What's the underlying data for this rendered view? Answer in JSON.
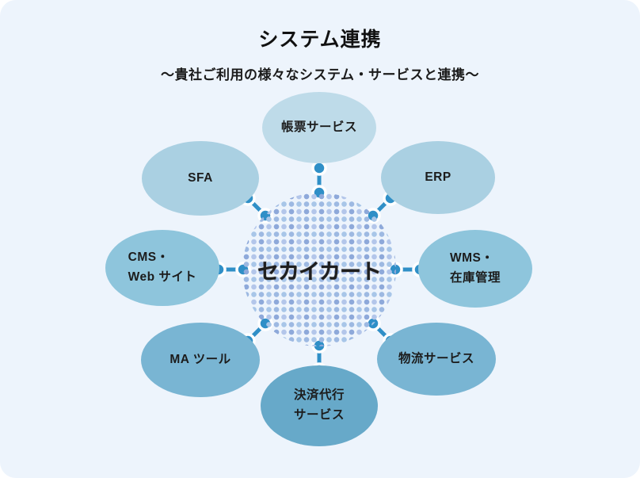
{
  "header": {
    "title": "システム連携",
    "subtitle": "〜貴社ご利用の様々なシステム・サービスと連携〜"
  },
  "center": {
    "label": "セカイカート"
  },
  "nodes": [
    {
      "id": "report-service",
      "label": "帳票サービス",
      "color": "#bedbe9"
    },
    {
      "id": "erp",
      "label": "ERP",
      "color": "#aad0e2"
    },
    {
      "id": "wms",
      "label": "WMS・\n在庫管理",
      "color": "#8ec5dc"
    },
    {
      "id": "logistics-service",
      "label": "物流サービス",
      "color": "#79b5d3"
    },
    {
      "id": "payment-agency",
      "label": "決済代行\nサービス",
      "color": "#67a9c9"
    },
    {
      "id": "ma-tool",
      "label": "MA ツール",
      "color": "#79b5d3"
    },
    {
      "id": "cms-website",
      "label": "CMS・\nWeb サイト",
      "color": "#8ec5dc"
    },
    {
      "id": "sfa",
      "label": "SFA",
      "color": "#aad0e2"
    }
  ],
  "colors": {
    "background": "#edf4fc",
    "connector": "#2f8fc7",
    "connector_ring": "#ffffff",
    "node_text": "#1c1c1c",
    "halftone_dots": [
      "#8ea9da",
      "#b3c6ea",
      "#9db9e2",
      "#a8c6e8"
    ]
  }
}
